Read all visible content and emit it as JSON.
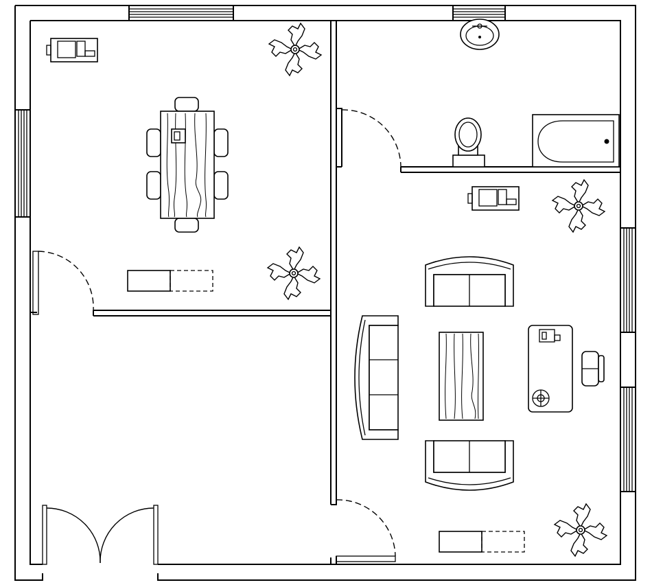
{
  "plan": {
    "rooms": [
      "dining-room",
      "bathroom",
      "living-room",
      "entrance-hall"
    ],
    "colors": {
      "line": "#000000",
      "background": "#ffffff"
    },
    "icons": [
      "plant-icon",
      "computer-desk-icon",
      "sink-icon",
      "toilet-icon",
      "bathtub-icon",
      "sofa-icon",
      "coffee-table-icon",
      "office-desk-icon",
      "office-chair-icon",
      "dining-table-icon",
      "cabinet-icon"
    ]
  }
}
